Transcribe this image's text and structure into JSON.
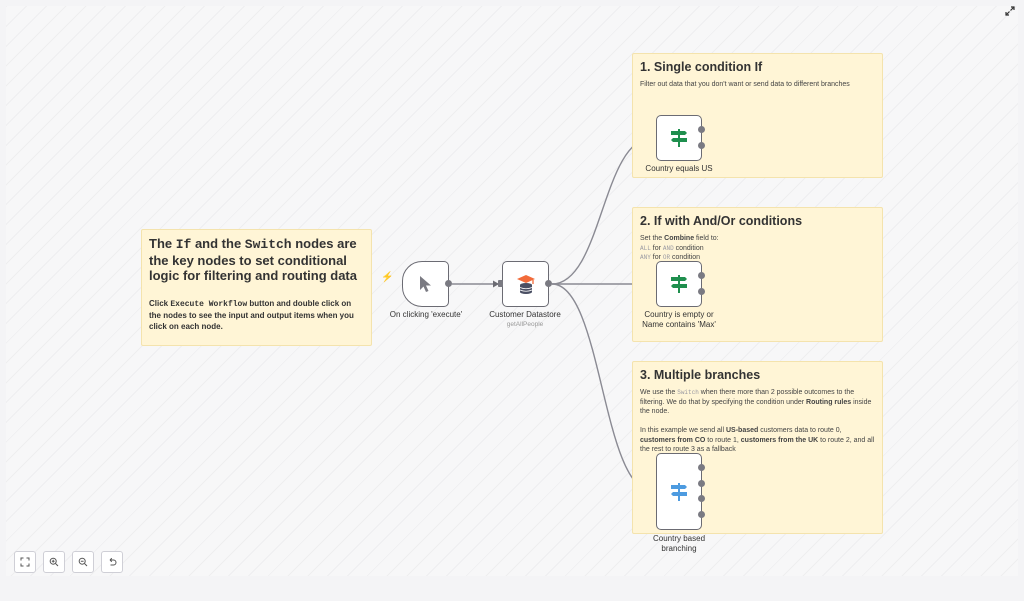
{
  "notes": {
    "intro": {
      "title_pre1": "The ",
      "title_code1": "If",
      "title_mid": " and the ",
      "title_code2": "Switch",
      "title_post": " nodes are the key nodes to set conditional logic for filtering and routing data",
      "body_pre": "Click ",
      "body_code": "Execute Workflow",
      "body_post": " button and double click on the nodes to see the input and output items when you click on each node."
    },
    "single": {
      "title": "1. Single condition If",
      "body": "Filter out data that you don't want or send data to different branches"
    },
    "andor": {
      "title": "2. If with And/Or conditions",
      "line1_pre": "Set the ",
      "line1_bold": "Combine",
      "line1_post": " field to:",
      "line2_code1": "ALL",
      "line2_mid": " for ",
      "line2_code2": "AND",
      "line2_post": " condition",
      "line3_code1": "ANY",
      "line3_mid": " for ",
      "line3_code2": "OR",
      "line3_post": " condition"
    },
    "multi": {
      "title": "3. Multiple branches",
      "p1_pre": "We use the ",
      "p1_code": "Switch",
      "p1_mid": " when there more than 2 possible outcomes to the filtering. We do that by specifying the condition under ",
      "p1_bold": "Routing rules",
      "p1_post": " inside the node.",
      "p2_a": "In this example we send all ",
      "p2_b": "US-based",
      "p2_c": " customers data to route 0, ",
      "p2_d": "customers from CO",
      "p2_e": " to route 1, ",
      "p2_f": "customers from the UK",
      "p2_g": " to route 2, and all the rest to route 3 as a fallback"
    }
  },
  "nodes": {
    "trigger": {
      "label": "On clicking 'execute'",
      "icon": "pointer-icon"
    },
    "datastore": {
      "label": "Customer Datastore",
      "sublabel": "getAllPeople",
      "icon": "database-icon"
    },
    "if_us": {
      "label": "Country equals US",
      "icon": "signpost-icon"
    },
    "if_andor": {
      "label_line1": "Country is empty or",
      "label_line2": "Name contains 'Max'",
      "icon": "signpost-icon"
    },
    "switch": {
      "label_line1": "Country based",
      "label_line2": "branching",
      "icon": "signpost-icon"
    }
  },
  "colors": {
    "sticky_bg": "#fff5d6",
    "if_icon": "#1f8f4e",
    "switch_icon": "#4d9be0",
    "db_orange": "#f26b3a",
    "db_dark": "#4a4f63",
    "edge": "#8a8a93",
    "trigger_accent": "#f06a4a"
  },
  "controls": [
    "fit-view-button",
    "zoom-in-button",
    "zoom-out-button",
    "reset-zoom-button"
  ]
}
